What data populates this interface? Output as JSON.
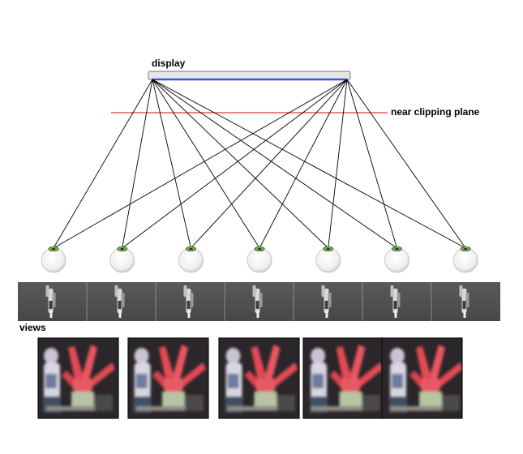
{
  "labels": {
    "display": "display",
    "near_clipping_plane": "near clipping plane",
    "views": "views"
  },
  "colors": {
    "display_fill": "#e6e6e6",
    "display_edge": "#3b5bd6",
    "clipping_plane": "#e03b3b",
    "ray": "#000000",
    "strip_bg": "#505050",
    "eye_pupil": "#7ab24a"
  },
  "viewpoint_count": 7,
  "sample_view_count": 5
}
